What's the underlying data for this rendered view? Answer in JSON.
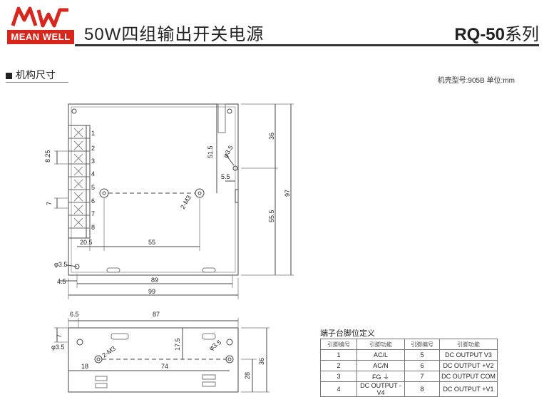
{
  "header": {
    "logo_text": "MEAN WELL",
    "logo_mark": "MW",
    "title": "50W四组输出开关电源",
    "series_model": "RQ-50",
    "series_suffix": "系列"
  },
  "section": {
    "title": "机构尺寸",
    "casing_note": "机壳型号:905B 单位:mm"
  },
  "top_view": {
    "pin_numbers": [
      "1",
      "2",
      "3",
      "4",
      "5",
      "6",
      "7",
      "8"
    ],
    "dims": {
      "pitch": "8.25",
      "pin_gap": "7",
      "left_offset": "20.5",
      "hole_spacing": "55",
      "hole_depth": "51.5",
      "hole_dia": "φ3.5",
      "hole_dia2": "φ3.5",
      "mount_label": "2-M3",
      "edge": "5.5",
      "top_to_hole": "36",
      "height": "97",
      "lower": "55.5",
      "left_margin": "4.5",
      "inner_width": "89",
      "outer_width": "99"
    }
  },
  "side_view": {
    "dims": {
      "edge": "6.5",
      "length": "87",
      "hole_top": "7",
      "hole_dia": "φ3.5",
      "hole_dia_right": "φ3.5",
      "mount_label": "2-M3",
      "hole_height": "17.5",
      "left_offset": "18",
      "hole_spacing": "74",
      "inner_height": "28",
      "outer_height": "36"
    }
  },
  "pin_table": {
    "title": "端子台脚位定义",
    "headers": [
      "引脚编号",
      "引脚功能",
      "引脚编号",
      "引脚功能"
    ],
    "rows": [
      [
        "1",
        "AC/L",
        "5",
        "DC OUTPUT V3"
      ],
      [
        "2",
        "AC/N",
        "6",
        "DC OUTPUT +V2"
      ],
      [
        "3",
        "FG ⏚",
        "7",
        "DC OUTPUT COM"
      ],
      [
        "4",
        "DC OUTPUT -V4",
        "8",
        "DC OUTPUT +V1"
      ]
    ]
  }
}
